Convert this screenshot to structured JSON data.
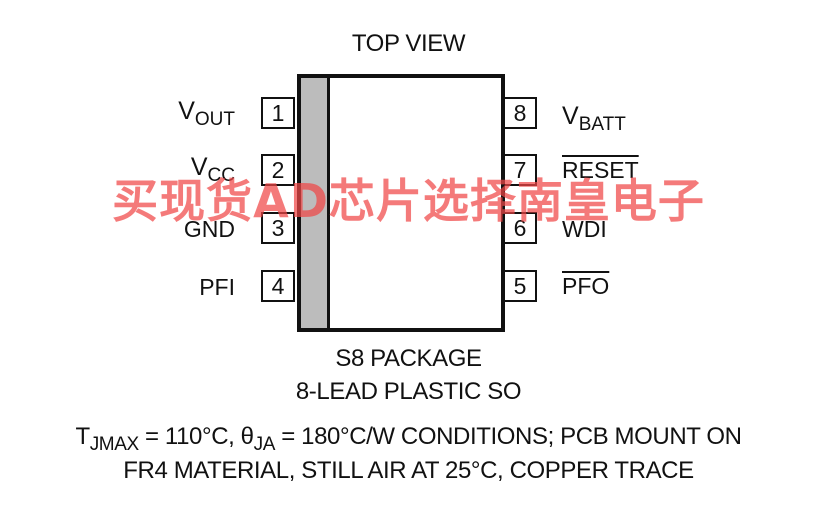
{
  "header": {
    "view_label": "TOP VIEW"
  },
  "pins_left": [
    {
      "number": "1",
      "label_main": "V",
      "label_sub": "OUT",
      "overline": false
    },
    {
      "number": "2",
      "label_main": "V",
      "label_sub": "CC",
      "overline": false
    },
    {
      "number": "3",
      "label_main": "GND",
      "label_sub": "",
      "overline": false
    },
    {
      "number": "4",
      "label_main": "PFI",
      "label_sub": "",
      "overline": false
    }
  ],
  "pins_right": [
    {
      "number": "8",
      "label_main": "V",
      "label_sub": "BATT",
      "overline": false
    },
    {
      "number": "7",
      "label_main": "RESET",
      "label_sub": "",
      "overline": true
    },
    {
      "number": "6",
      "label_main": "WDI",
      "label_sub": "",
      "overline": false
    },
    {
      "number": "5",
      "label_main": "PFO",
      "label_sub": "",
      "overline": true
    }
  ],
  "package": {
    "name": "S8 PACKAGE",
    "type": "8-LEAD PLASTIC SO"
  },
  "conditions": {
    "t_symbol": "T",
    "t_sub": "JMAX",
    "t_value": " = 110°C, ",
    "theta_symbol": "θ",
    "theta_sub": "JA",
    "theta_value": " = 180°C/W CONDITIONS; PCB MOUNT ON",
    "line2": "FR4 MATERIAL, STILL AIR AT 25°C, COPPER TRACE"
  },
  "watermark": {
    "text": "买现货AD芯片选择南皇电子"
  }
}
